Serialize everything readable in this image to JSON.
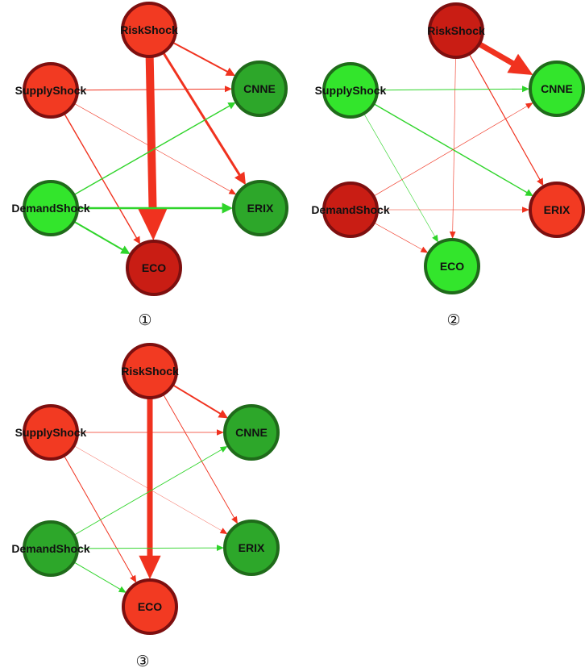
{
  "colors": {
    "red_fill": "#f23a22",
    "red_dark_fill": "#c91d14",
    "red_stroke": "#7d0f0f",
    "green_fill": "#33e52c",
    "green_dark_fill": "#2da72a",
    "green_stroke": "#1f6b1a",
    "red_edge": "#f0321f",
    "green_edge": "#2fd42a"
  },
  "panels": [
    {
      "label": "①",
      "nodes": [
        {
          "id": "RiskShock",
          "label": "RiskShock",
          "color": "red"
        },
        {
          "id": "SupplyShock",
          "label": "SupplyShock",
          "color": "red"
        },
        {
          "id": "CNNE",
          "label": "CNNE",
          "color": "green_dark"
        },
        {
          "id": "DemandShock",
          "label": "DemandShock",
          "color": "green"
        },
        {
          "id": "ERIX",
          "label": "ERIX",
          "color": "green_dark"
        },
        {
          "id": "ECO",
          "label": "ECO",
          "color": "red_dark"
        }
      ],
      "edges": [
        {
          "from": "RiskShock",
          "to": "ECO",
          "color": "red",
          "weight": 10
        },
        {
          "from": "RiskShock",
          "to": "CNNE",
          "color": "red",
          "weight": 2
        },
        {
          "from": "RiskShock",
          "to": "ERIX",
          "color": "red",
          "weight": 3
        },
        {
          "from": "SupplyShock",
          "to": "CNNE",
          "color": "red",
          "weight": 1
        },
        {
          "from": "SupplyShock",
          "to": "ERIX",
          "color": "red",
          "weight": 0.6
        },
        {
          "from": "SupplyShock",
          "to": "ECO",
          "color": "red",
          "weight": 1.4
        },
        {
          "from": "DemandShock",
          "to": "CNNE",
          "color": "green",
          "weight": 1.4
        },
        {
          "from": "DemandShock",
          "to": "ERIX",
          "color": "green",
          "weight": 2.6
        },
        {
          "from": "DemandShock",
          "to": "ECO",
          "color": "green",
          "weight": 2
        }
      ]
    },
    {
      "label": "②",
      "nodes": [
        {
          "id": "RiskShock",
          "label": "RiskShock",
          "color": "red_dark"
        },
        {
          "id": "SupplyShock",
          "label": "SupplyShock",
          "color": "green"
        },
        {
          "id": "CNNE",
          "label": "CNNE",
          "color": "green"
        },
        {
          "id": "DemandShock",
          "label": "DemandShock",
          "color": "red_dark"
        },
        {
          "id": "ERIX",
          "label": "ERIX",
          "color": "red"
        },
        {
          "id": "ECO",
          "label": "ECO",
          "color": "green"
        }
      ],
      "edges": [
        {
          "from": "RiskShock",
          "to": "CNNE",
          "color": "red",
          "weight": 7
        },
        {
          "from": "RiskShock",
          "to": "ERIX",
          "color": "red",
          "weight": 1.2
        },
        {
          "from": "RiskShock",
          "to": "ECO",
          "color": "red",
          "weight": 0.6
        },
        {
          "from": "SupplyShock",
          "to": "CNNE",
          "color": "green",
          "weight": 1
        },
        {
          "from": "SupplyShock",
          "to": "ERIX",
          "color": "green",
          "weight": 1.4
        },
        {
          "from": "SupplyShock",
          "to": "ECO",
          "color": "green",
          "weight": 0.6
        },
        {
          "from": "DemandShock",
          "to": "CNNE",
          "color": "red",
          "weight": 0.6
        },
        {
          "from": "DemandShock",
          "to": "ERIX",
          "color": "red",
          "weight": 0.6
        },
        {
          "from": "DemandShock",
          "to": "ECO",
          "color": "red",
          "weight": 0.6
        }
      ]
    },
    {
      "label": "③",
      "nodes": [
        {
          "id": "RiskShock",
          "label": "RiskShock",
          "color": "red"
        },
        {
          "id": "SupplyShock",
          "label": "SupplyShock",
          "color": "red"
        },
        {
          "id": "CNNE",
          "label": "CNNE",
          "color": "green_dark"
        },
        {
          "id": "DemandShock",
          "label": "DemandShock",
          "color": "green_dark"
        },
        {
          "id": "ERIX",
          "label": "ERIX",
          "color": "green_dark"
        },
        {
          "id": "ECO",
          "label": "ECO",
          "color": "red"
        }
      ],
      "edges": [
        {
          "from": "RiskShock",
          "to": "ECO",
          "color": "red",
          "weight": 7
        },
        {
          "from": "RiskShock",
          "to": "CNNE",
          "color": "red",
          "weight": 2
        },
        {
          "from": "RiskShock",
          "to": "ERIX",
          "color": "red",
          "weight": 0.9
        },
        {
          "from": "SupplyShock",
          "to": "CNNE",
          "color": "red",
          "weight": 0.8
        },
        {
          "from": "SupplyShock",
          "to": "ERIX",
          "color": "red",
          "weight": 0.4
        },
        {
          "from": "SupplyShock",
          "to": "ECO",
          "color": "red",
          "weight": 1
        },
        {
          "from": "DemandShock",
          "to": "CNNE",
          "color": "green",
          "weight": 0.9
        },
        {
          "from": "DemandShock",
          "to": "ERIX",
          "color": "green",
          "weight": 0.9
        },
        {
          "from": "DemandShock",
          "to": "ECO",
          "color": "green",
          "weight": 1
        }
      ]
    }
  ]
}
